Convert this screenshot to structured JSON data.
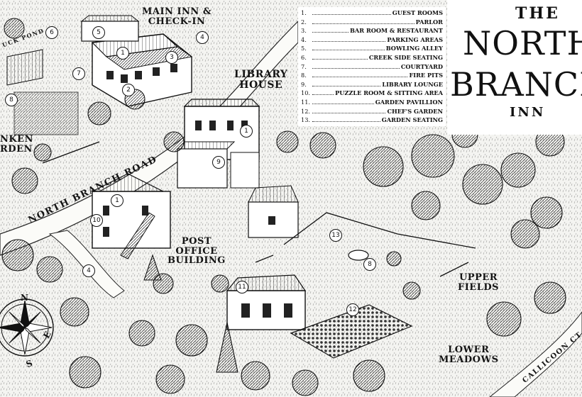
{
  "title": {
    "line1": "THE",
    "line2": "NORTH",
    "line3": "BRANCH",
    "line4": "INN"
  },
  "legend": [
    {
      "num": "1.",
      "name": "GUEST ROOMS"
    },
    {
      "num": "2.",
      "name": "PARLOR"
    },
    {
      "num": "3.",
      "name": "BAR ROOM & RESTAURANT"
    },
    {
      "num": "4.",
      "name": "PARKING AREAS"
    },
    {
      "num": "5.",
      "name": "BOWLING ALLEY"
    },
    {
      "num": "6.",
      "name": "CREEK SIDE SEATING"
    },
    {
      "num": "7.",
      "name": "COURTYARD"
    },
    {
      "num": "8.",
      "name": "FIRE PITS"
    },
    {
      "num": "9.",
      "name": "LIBRARY LOUNGE"
    },
    {
      "num": "10.",
      "name": "PUZZLE ROOM & SITTING AREA"
    },
    {
      "num": "11.",
      "name": "GARDEN PAVILLION"
    },
    {
      "num": "12.",
      "name": "CHEF'S GARDEN"
    },
    {
      "num": "13.",
      "name": "GARDEN SEATING"
    }
  ],
  "labels": {
    "main_inn": "MAIN INN &",
    "check_in": "CHECK-IN",
    "library": "LIBRARY",
    "house": "HOUSE",
    "post_office": "POST",
    "office_building": "OFFICE",
    "building": "BUILDING",
    "upper": "UPPER",
    "fields": "FIELDS",
    "lower": "LOWER",
    "meadows": "MEADOWS",
    "sunken": "NKEN",
    "garden": "RDEN",
    "duck_pond": "UCK POND",
    "road": "NORTH BRANCH ROAD",
    "callicoon": "CALLICOON CT"
  },
  "compass": {
    "n": "N",
    "e": "E",
    "s": "S"
  },
  "markers": [
    {
      "id": "m-main-1",
      "text": "1"
    },
    {
      "id": "m-main-2",
      "text": "2"
    },
    {
      "id": "m-main-3",
      "text": "3"
    },
    {
      "id": "m-main-4",
      "text": "4"
    },
    {
      "id": "m-main-5",
      "text": "5"
    },
    {
      "id": "m-main-6",
      "text": "6"
    },
    {
      "id": "m-main-7",
      "text": "7"
    },
    {
      "id": "m-main-8",
      "text": "8"
    },
    {
      "id": "m-lib-1",
      "text": "1"
    },
    {
      "id": "m-lib-9",
      "text": "9"
    },
    {
      "id": "m-post-1",
      "text": "1"
    },
    {
      "id": "m-post-10",
      "text": "10"
    },
    {
      "id": "m-park-4",
      "text": "4"
    },
    {
      "id": "m-fire-8",
      "text": "8"
    },
    {
      "id": "m-pav-11",
      "text": "11"
    },
    {
      "id": "m-chef-12",
      "text": "12"
    },
    {
      "id": "m-seat-13",
      "text": "13"
    }
  ]
}
